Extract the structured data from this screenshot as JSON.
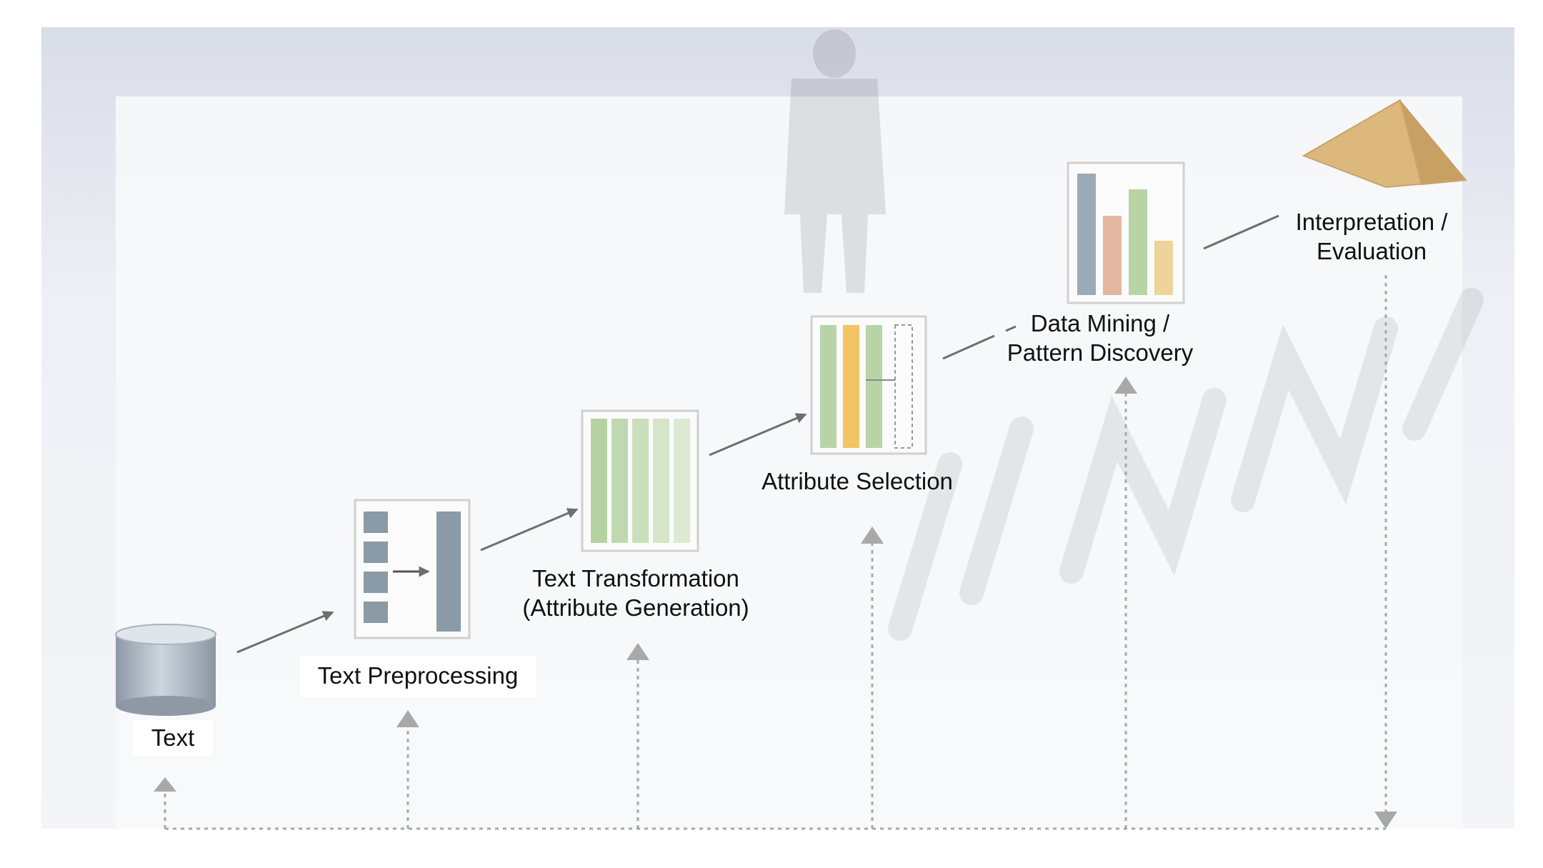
{
  "steps": [
    {
      "label_lines": [
        "Text"
      ],
      "icon": "database-cylinder-icon"
    },
    {
      "label_lines": [
        "Text Preprocessing"
      ],
      "icon": "preprocessing-blocks-icon"
    },
    {
      "label_lines": [
        "Text Transformation",
        "(Attribute Generation)"
      ],
      "icon": "attribute-columns-icon"
    },
    {
      "label_lines": [
        "Attribute Selection"
      ],
      "icon": "attribute-selection-icon"
    },
    {
      "label_lines": [
        "Data Mining /",
        "Pattern Discovery"
      ],
      "icon": "bar-chart-icon"
    },
    {
      "label_lines": [
        "Interpretation /",
        "Evaluation"
      ],
      "icon": "pyramid-icon"
    }
  ],
  "colors": {
    "arrow": "#6e6e6e",
    "feedback": "#a8a8a8",
    "slate": "#8a9aa6",
    "green": "#b8d4a6",
    "light_green": "#d6e6c8",
    "amber": "#f2c464",
    "rose": "#e4b6a2",
    "sand": "#efd39a",
    "pyramid": "#d8b37a"
  }
}
